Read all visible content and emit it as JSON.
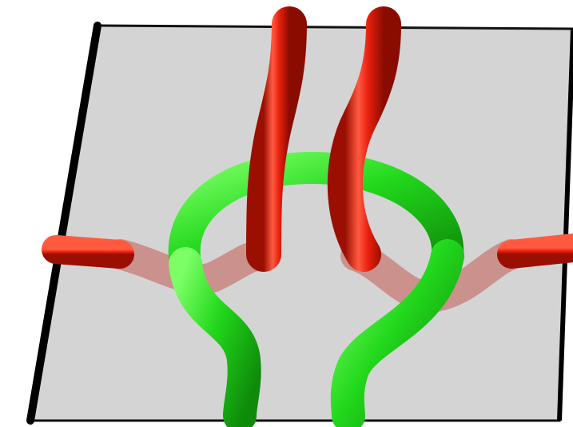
{
  "figure": {
    "description_visible_text": "",
    "colors": {
      "background": "#ffffff",
      "plane_fill": "#d3d3d3",
      "plane_edge": "#111111",
      "red_strand": "#e8200e",
      "red_strand_highlight": "#ff6a50",
      "red_strand_shadow": "#8a0b00",
      "green_strand": "#1fd11a",
      "green_strand_highlight": "#8cff7a",
      "green_strand_shadow": "#0c7a08",
      "red_under_plane_tint": "#b8544c"
    },
    "strands": [
      {
        "name": "left-red-vertical",
        "color": "red",
        "role": "passes through plane"
      },
      {
        "name": "right-red-vertical",
        "color": "red",
        "role": "passes through plane"
      },
      {
        "name": "green-loop",
        "color": "green",
        "role": "loop on plane around red strands"
      },
      {
        "name": "left-red-side",
        "color": "red",
        "role": "emerges from left edge"
      },
      {
        "name": "right-red-side",
        "color": "red",
        "role": "emerges from right edge"
      }
    ]
  }
}
